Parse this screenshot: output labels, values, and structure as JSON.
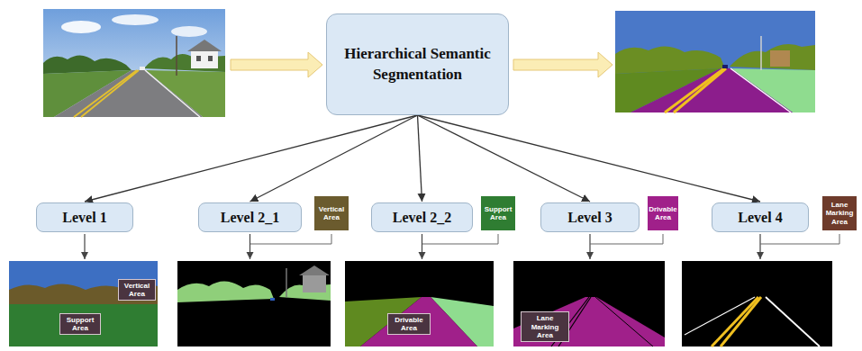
{
  "diagram": {
    "nodes": [
      {
        "text": [
          "Hierarchical Semantic Segmentation"
        ]
      },
      {
        "text": [
          "Level 1"
        ]
      },
      {
        "text": [
          "Level 2_1"
        ]
      },
      {
        "text": [
          "Vertical Area"
        ]
      },
      {
        "text": [
          "Level 2_2"
        ]
      },
      {
        "text": [
          "Support Area"
        ]
      },
      {
        "text": [
          "Level 3"
        ]
      },
      {
        "text": [
          "Drivable Area"
        ]
      },
      {
        "text": [
          "Level 4"
        ]
      },
      {
        "text": [
          "Lane Marking Area"
        ]
      },
      {
        "text": [
          "Vertical Area"
        ]
      },
      {
        "text": [
          "Support Area"
        ]
      },
      {
        "text": [
          "Drivable Area"
        ]
      },
      {
        "text": [
          "Lane Marking Area"
        ]
      }
    ],
    "edges": [
      {
        "from": 0,
        "to": 1,
        "arrow": "to"
      },
      {
        "from": 0,
        "to": 2,
        "arrow": "to"
      },
      {
        "from": 0,
        "to": 4,
        "arrow": "to"
      },
      {
        "from": 0,
        "to": 6,
        "arrow": "to"
      },
      {
        "from": 0,
        "to": 8,
        "arrow": "to"
      }
    ]
  }
}
